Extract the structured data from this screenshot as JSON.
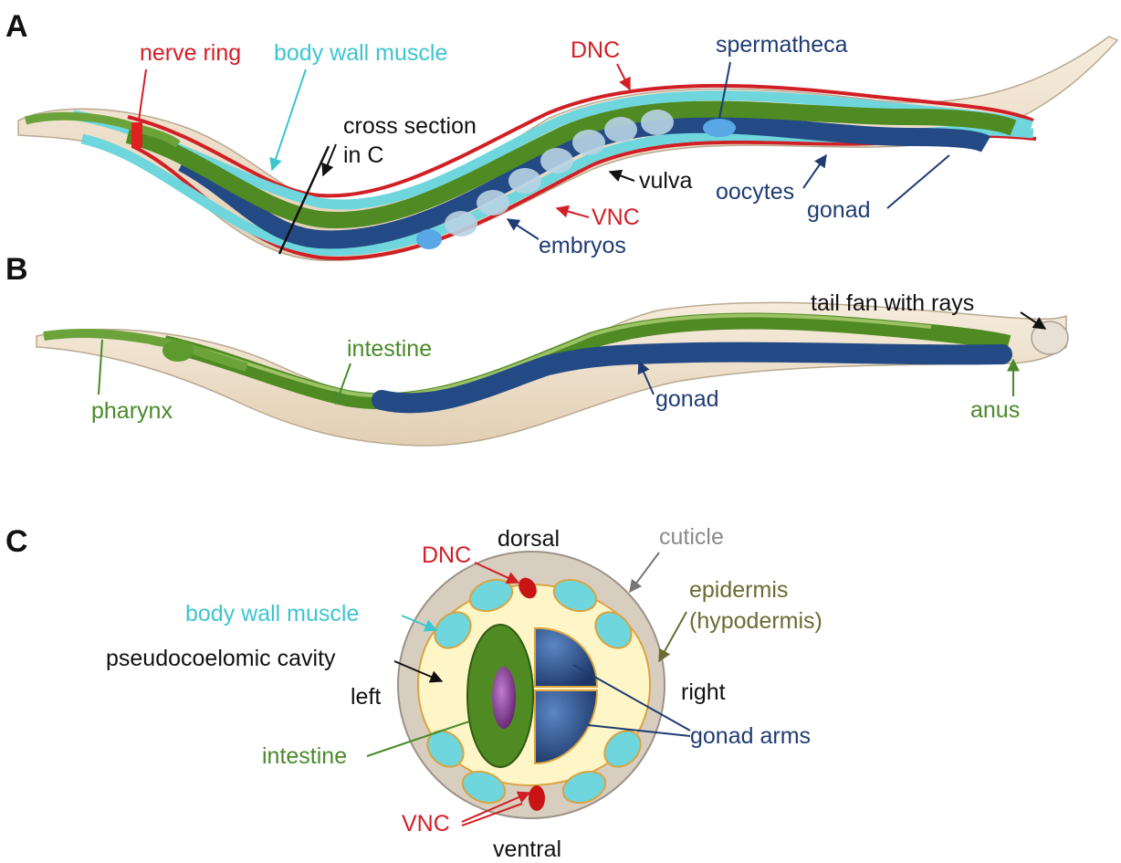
{
  "panels": {
    "a": "A",
    "b": "B",
    "c": "C"
  },
  "panel_a": {
    "nerve_ring": "nerve ring",
    "body_wall_muscle": "body wall muscle",
    "dnc": "DNC",
    "spermatheca": "spermatheca",
    "cross_section_line1": "cross section",
    "cross_section_line2": "in C",
    "vulva": "vulva",
    "oocytes": "oocytes",
    "gonad": "gonad",
    "vnc": "VNC",
    "embryos": "embryos"
  },
  "panel_b": {
    "tail_fan": "tail fan with rays",
    "intestine": "intestine",
    "pharynx": "pharynx",
    "gonad": "gonad",
    "anus": "anus"
  },
  "panel_c": {
    "dorsal": "dorsal",
    "dnc": "DNC",
    "cuticle": "cuticle",
    "epidermis_line1": "epidermis",
    "epidermis_line2": "(hypodermis)",
    "body_wall_muscle": "body wall muscle",
    "pseudocoelomic_cavity": "pseudocoelomic cavity",
    "left": "left",
    "right": "right",
    "gonad_arms": "gonad arms",
    "intestine": "intestine",
    "vnc": "VNC",
    "ventral": "ventral"
  },
  "colors": {
    "red_label": "#d11f26",
    "cyan_label": "#3ec5cf",
    "navy_label": "#1f3c73",
    "green_label": "#4a8a2a",
    "black_label": "#111111",
    "gray_label": "#8a8a8a",
    "olive_label": "#6b6b33",
    "cuticle": "#d8cec0",
    "body": "#efe2cf",
    "muscle": "#6ed6dc",
    "intestine": "#4f8a22",
    "gonad": "#234a85",
    "cavity": "#fff6c8"
  }
}
